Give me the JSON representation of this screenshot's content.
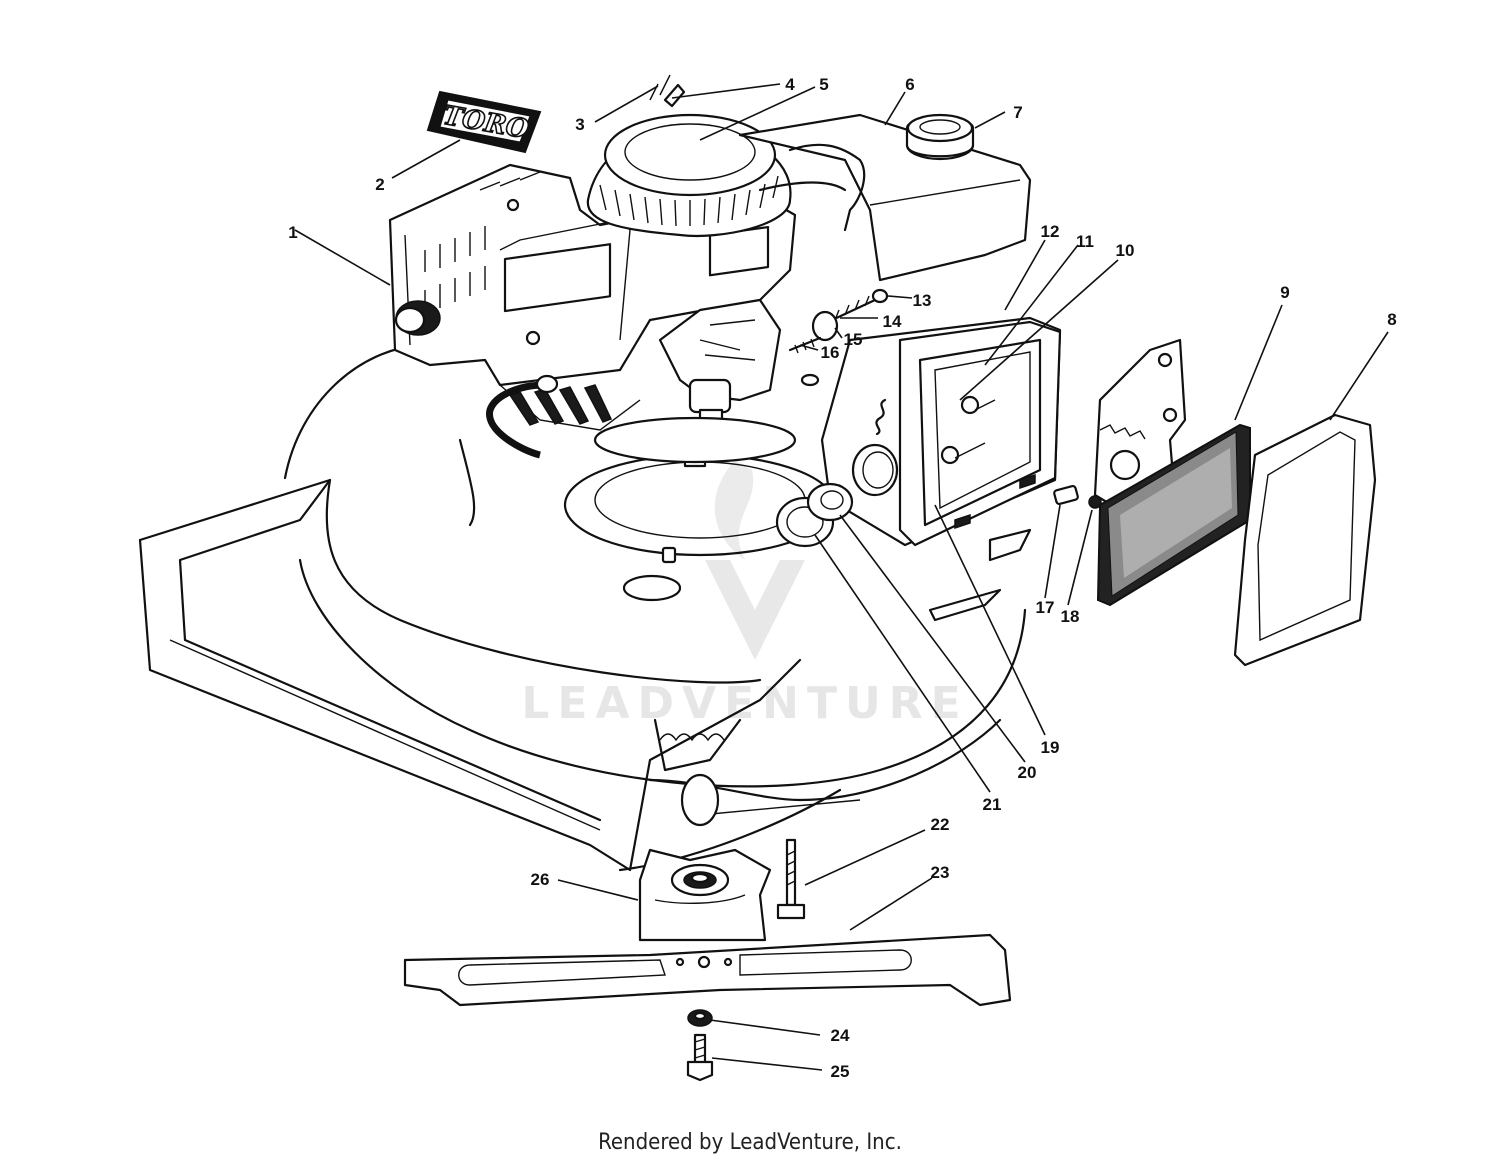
{
  "diagram": {
    "logo_text": "TORO",
    "watermark": "LEADVENTURE",
    "callouts": [
      "1",
      "2",
      "3",
      "4",
      "5",
      "6",
      "7",
      "8",
      "9",
      "10",
      "11",
      "12",
      "13",
      "14",
      "15",
      "16",
      "17",
      "18",
      "19",
      "20",
      "21",
      "22",
      "23",
      "24",
      "25",
      "26"
    ]
  },
  "footer": {
    "text": "Rendered by LeadVenture, Inc."
  }
}
